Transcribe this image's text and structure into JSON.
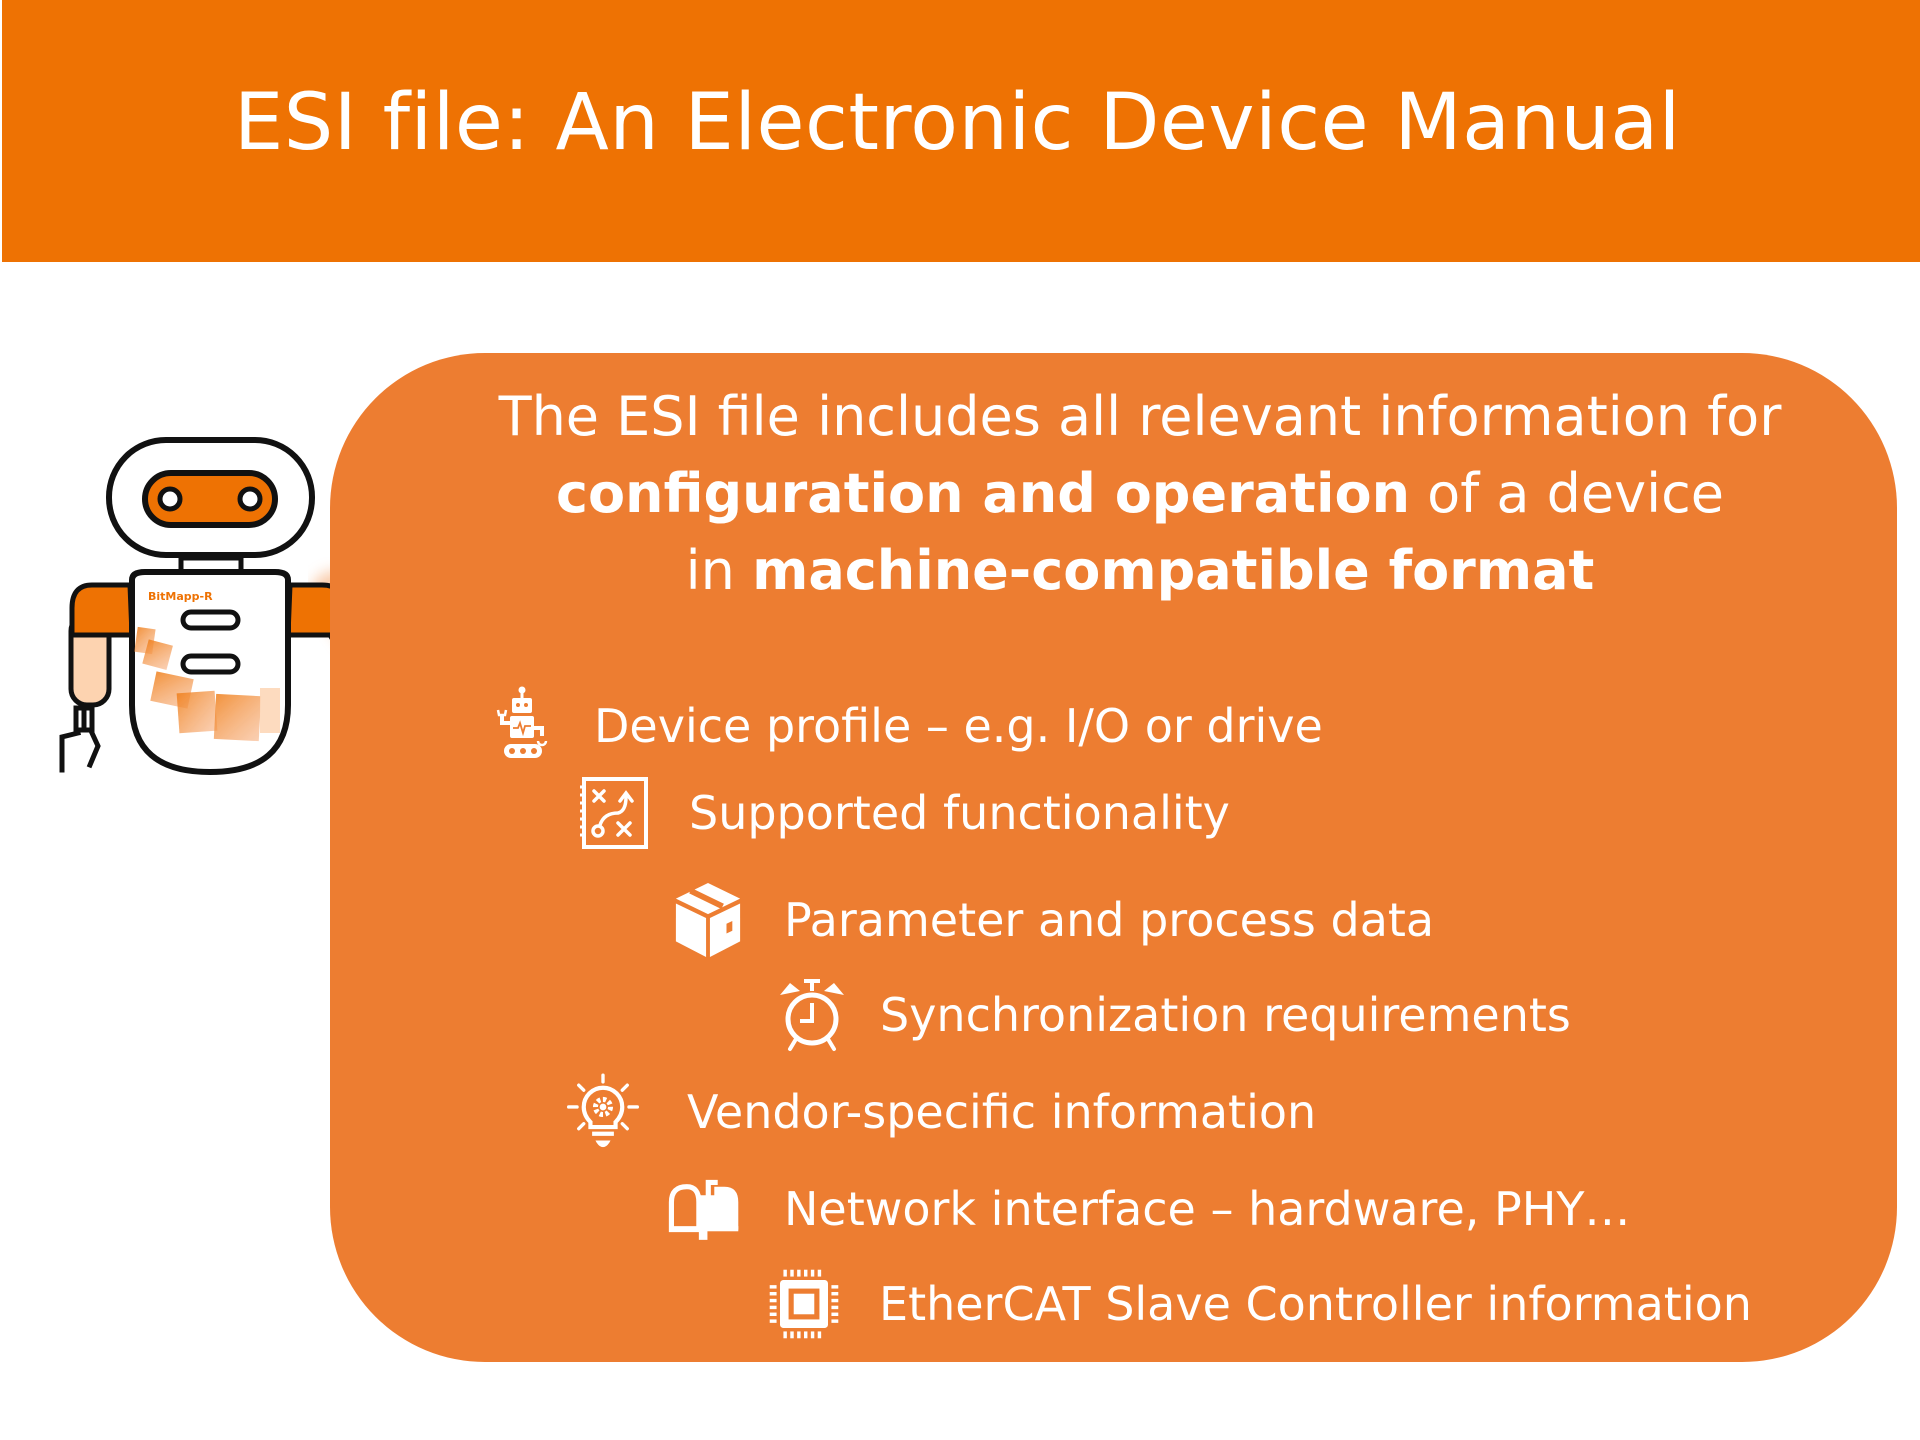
{
  "header": {
    "title": "ESI file: An Electronic Device Manual",
    "background_color": "#EE7203"
  },
  "panel": {
    "background_color": "#ED7D31",
    "intro": {
      "line1": "The ESI file includes all relevant information for",
      "line2_bold": "configuration and operation",
      "line2_rest": " of a device",
      "line3_prefix": "in ",
      "line3_bold": "machine-compatible format"
    },
    "items": [
      {
        "icon": "robot-icon",
        "label": "Device profile – e.g. I/O or drive"
      },
      {
        "icon": "strategy-board-icon",
        "label": "Supported functionality"
      },
      {
        "icon": "package-box-icon",
        "label": "Parameter and process data"
      },
      {
        "icon": "alarm-clock-icon",
        "label": "Synchronization requirements"
      },
      {
        "icon": "lightbulb-gear-icon",
        "label": "Vendor-specific information"
      },
      {
        "icon": "mailbox-icon",
        "label": "Network interface – hardware, PHY…"
      },
      {
        "icon": "chip-icon",
        "label": "EtherCAT Slave Controller information"
      }
    ]
  },
  "robot": {
    "chest_label": "BitMapp-R",
    "accent_color": "#EE7203",
    "skin_color": "#FDD3B0"
  }
}
